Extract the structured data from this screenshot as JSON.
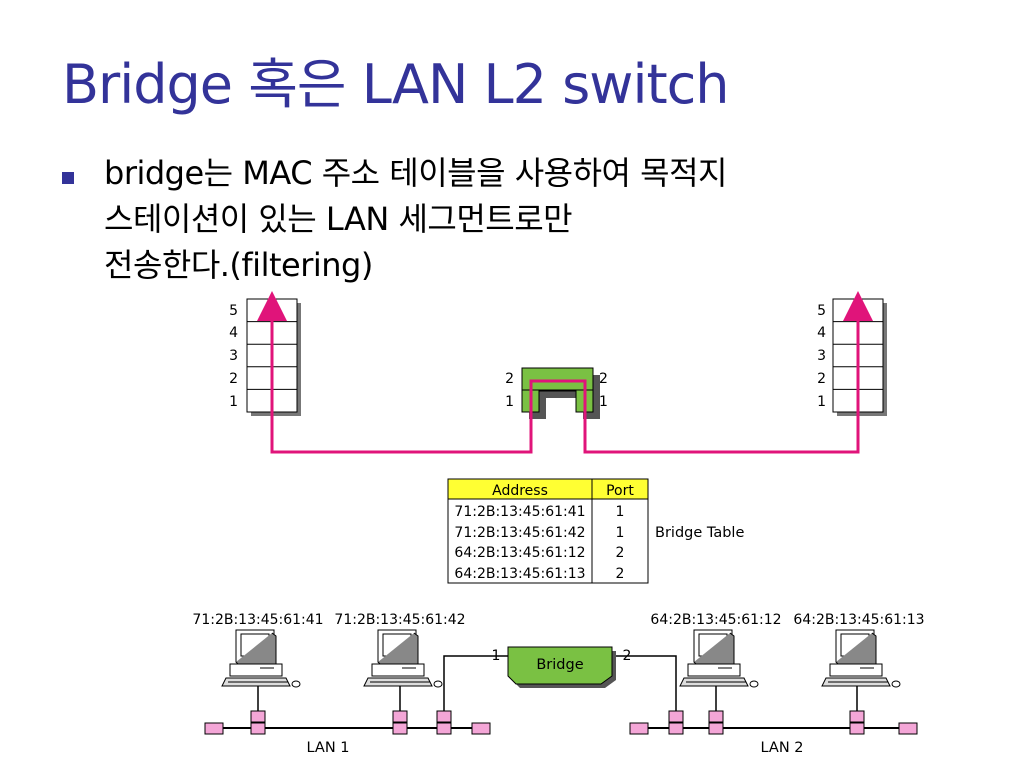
{
  "title": "Bridge 혹은  LAN L2 switch",
  "bullet": {
    "line1": "bridge는 MAC 주소 테이블을 사용하여 목적지",
    "line2": "스테이션이 있는 LAN 세그먼트로만",
    "line3": "전송한다.(filtering)"
  },
  "diagram": {
    "layers": [
      "5",
      "4",
      "3",
      "2",
      "1"
    ],
    "bridge_layers": {
      "left": [
        "2",
        "1"
      ],
      "right": [
        "2",
        "1"
      ]
    },
    "table": {
      "headers": [
        "Address",
        "Port"
      ],
      "rows": [
        [
          "71:2B:13:45:61:41",
          "1"
        ],
        [
          "71:2B:13:45:61:42",
          "1"
        ],
        [
          "64:2B:13:45:61:12",
          "2"
        ],
        [
          "64:2B:13:45:61:13",
          "2"
        ]
      ],
      "caption": "Bridge Table"
    },
    "stations": [
      "71:2B:13:45:61:41",
      "71:2B:13:45:61:42",
      "64:2B:13:45:61:12",
      "64:2B:13:45:61:13"
    ],
    "bridge_label": "Bridge",
    "port_labels": [
      "1",
      "2"
    ],
    "lans": [
      "LAN 1",
      "LAN 2"
    ],
    "colors": {
      "title": "#333399",
      "path": "#e0147a",
      "bridge_green": "#7ac143",
      "table_header": "#ffff33",
      "connector": "#f4a6d7"
    }
  }
}
